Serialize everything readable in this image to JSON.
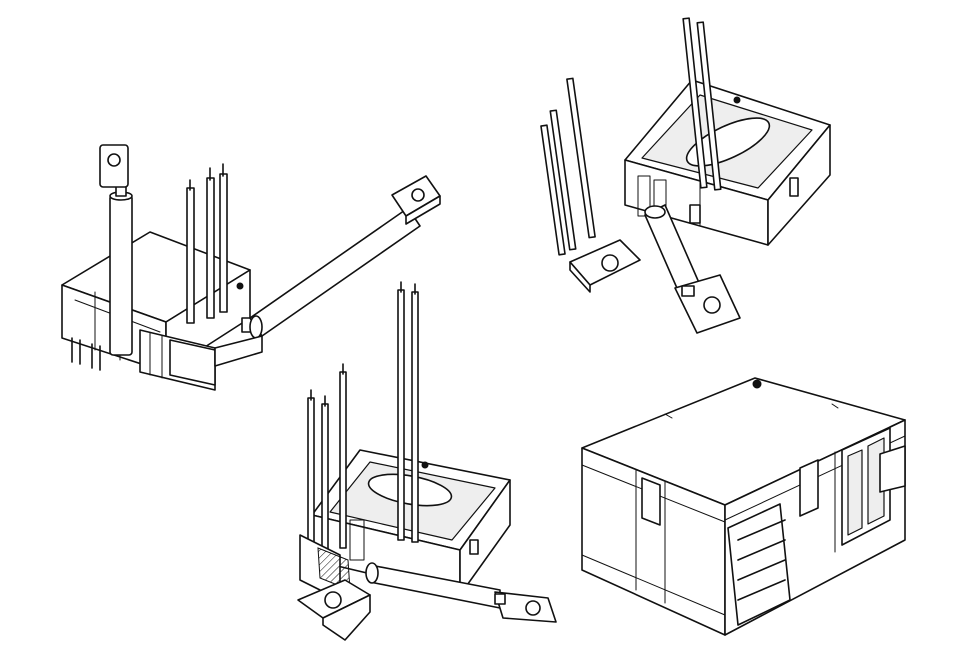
{
  "figure": {
    "views": [
      {
        "id": "relay-view-a",
        "icon": "relay-with-horizontal-busbar-drawing"
      },
      {
        "id": "relay-view-b",
        "icon": "relay-open-housing-angled-terminal-drawing"
      },
      {
        "id": "relay-view-c",
        "icon": "relay-open-housing-with-bracket-drawing"
      },
      {
        "id": "relay-view-d",
        "icon": "relay-closed-housing-drawing"
      }
    ],
    "line_color": "#111111",
    "background": "#ffffff"
  }
}
